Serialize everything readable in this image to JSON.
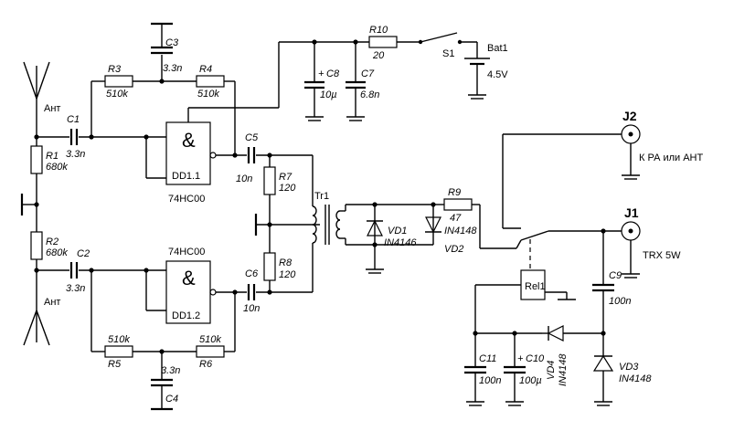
{
  "antenna_top": {
    "label": "Ант"
  },
  "antenna_bottom": {
    "label": "Ант"
  },
  "r1": {
    "ref": "R1",
    "value": "680k"
  },
  "r2": {
    "ref": "R2",
    "value": "680k"
  },
  "r3": {
    "ref": "R3",
    "value": "510k"
  },
  "r4": {
    "ref": "R4",
    "value": "510k"
  },
  "r5": {
    "ref": "R5",
    "value": "510k"
  },
  "r6": {
    "ref": "R6",
    "value": "510k"
  },
  "r7": {
    "ref": "R7",
    "value": "120"
  },
  "r8": {
    "ref": "R8",
    "value": "120"
  },
  "r9": {
    "ref": "R9",
    "value": "47"
  },
  "r10": {
    "ref": "R10",
    "value": "20"
  },
  "c1": {
    "ref": "C1",
    "value": "3.3n"
  },
  "c2": {
    "ref": "C2",
    "value": "3.3n"
  },
  "c3": {
    "ref": "C3",
    "value": "3.3n"
  },
  "c4": {
    "ref": "C4",
    "value": "3.3n"
  },
  "c5": {
    "ref": "C5",
    "value": "10n"
  },
  "c6": {
    "ref": "C6",
    "value": "10n"
  },
  "c7": {
    "ref": "C7",
    "value": "6.8n"
  },
  "c8": {
    "ref": "C8",
    "value": "10µ",
    "polarity": "+"
  },
  "c9": {
    "ref": "C9",
    "value": "100n"
  },
  "c10": {
    "ref": "C10",
    "value": "100µ",
    "polarity": "+"
  },
  "c11": {
    "ref": "C11",
    "value": "100n"
  },
  "dd1_1": {
    "ref": "DD1.1",
    "chip": "74HC00",
    "symbol": "&"
  },
  "dd1_2": {
    "ref": "DD1.2",
    "chip": "74HC00",
    "symbol": "&"
  },
  "tr1": {
    "ref": "Tr1"
  },
  "vd1": {
    "ref": "VD1",
    "part": "IN4146"
  },
  "vd2": {
    "ref": "VD2",
    "part": "IN4148"
  },
  "vd3": {
    "ref": "VD3",
    "part": "IN4148"
  },
  "vd4": {
    "ref": "VD4",
    "part": "IN4148"
  },
  "s1": {
    "ref": "S1"
  },
  "bat1": {
    "ref": "Bat1",
    "value": "4.5V"
  },
  "rel1": {
    "ref": "Rel1"
  },
  "j1": {
    "ref": "J1",
    "label": "TRX 5W"
  },
  "j2": {
    "ref": "J2",
    "label": "К РА или АНТ"
  }
}
